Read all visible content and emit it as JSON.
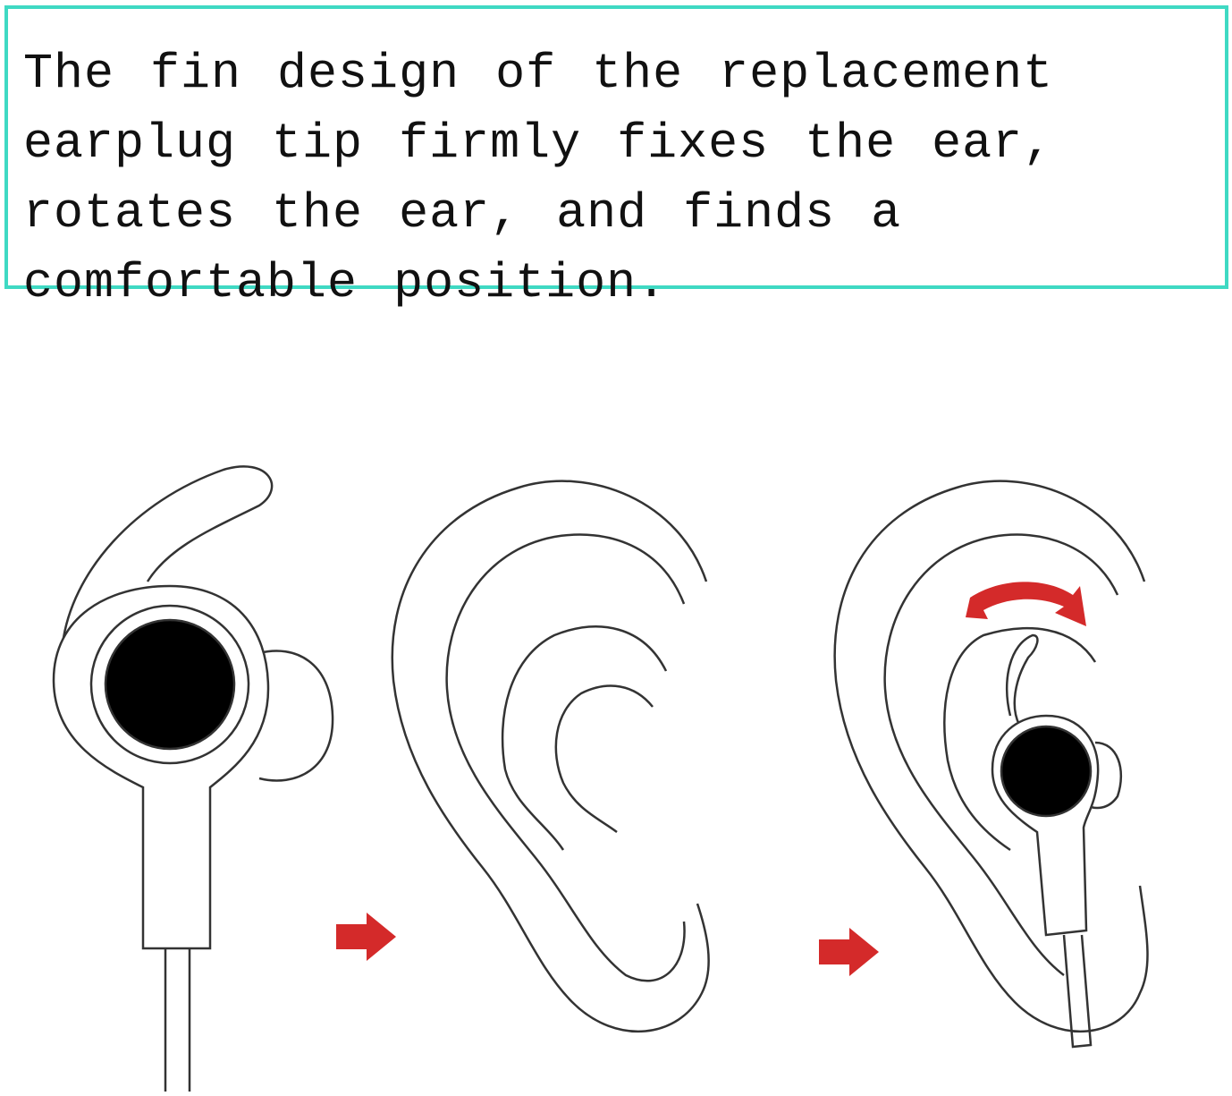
{
  "caption": {
    "text": "The fin design of the replacement earplug tip firmly fixes the ear, rotates the ear, and finds a comfortable position.",
    "border_color": "#3fd9c3"
  },
  "illustration": {
    "steps": [
      "earbud-with-fin",
      "ear",
      "earbud-inserted-in-ear"
    ],
    "arrow_color": "#d42a2a",
    "icons": [
      "arrow-right-icon",
      "arrow-right-icon",
      "rotate-arrow-icon"
    ]
  }
}
